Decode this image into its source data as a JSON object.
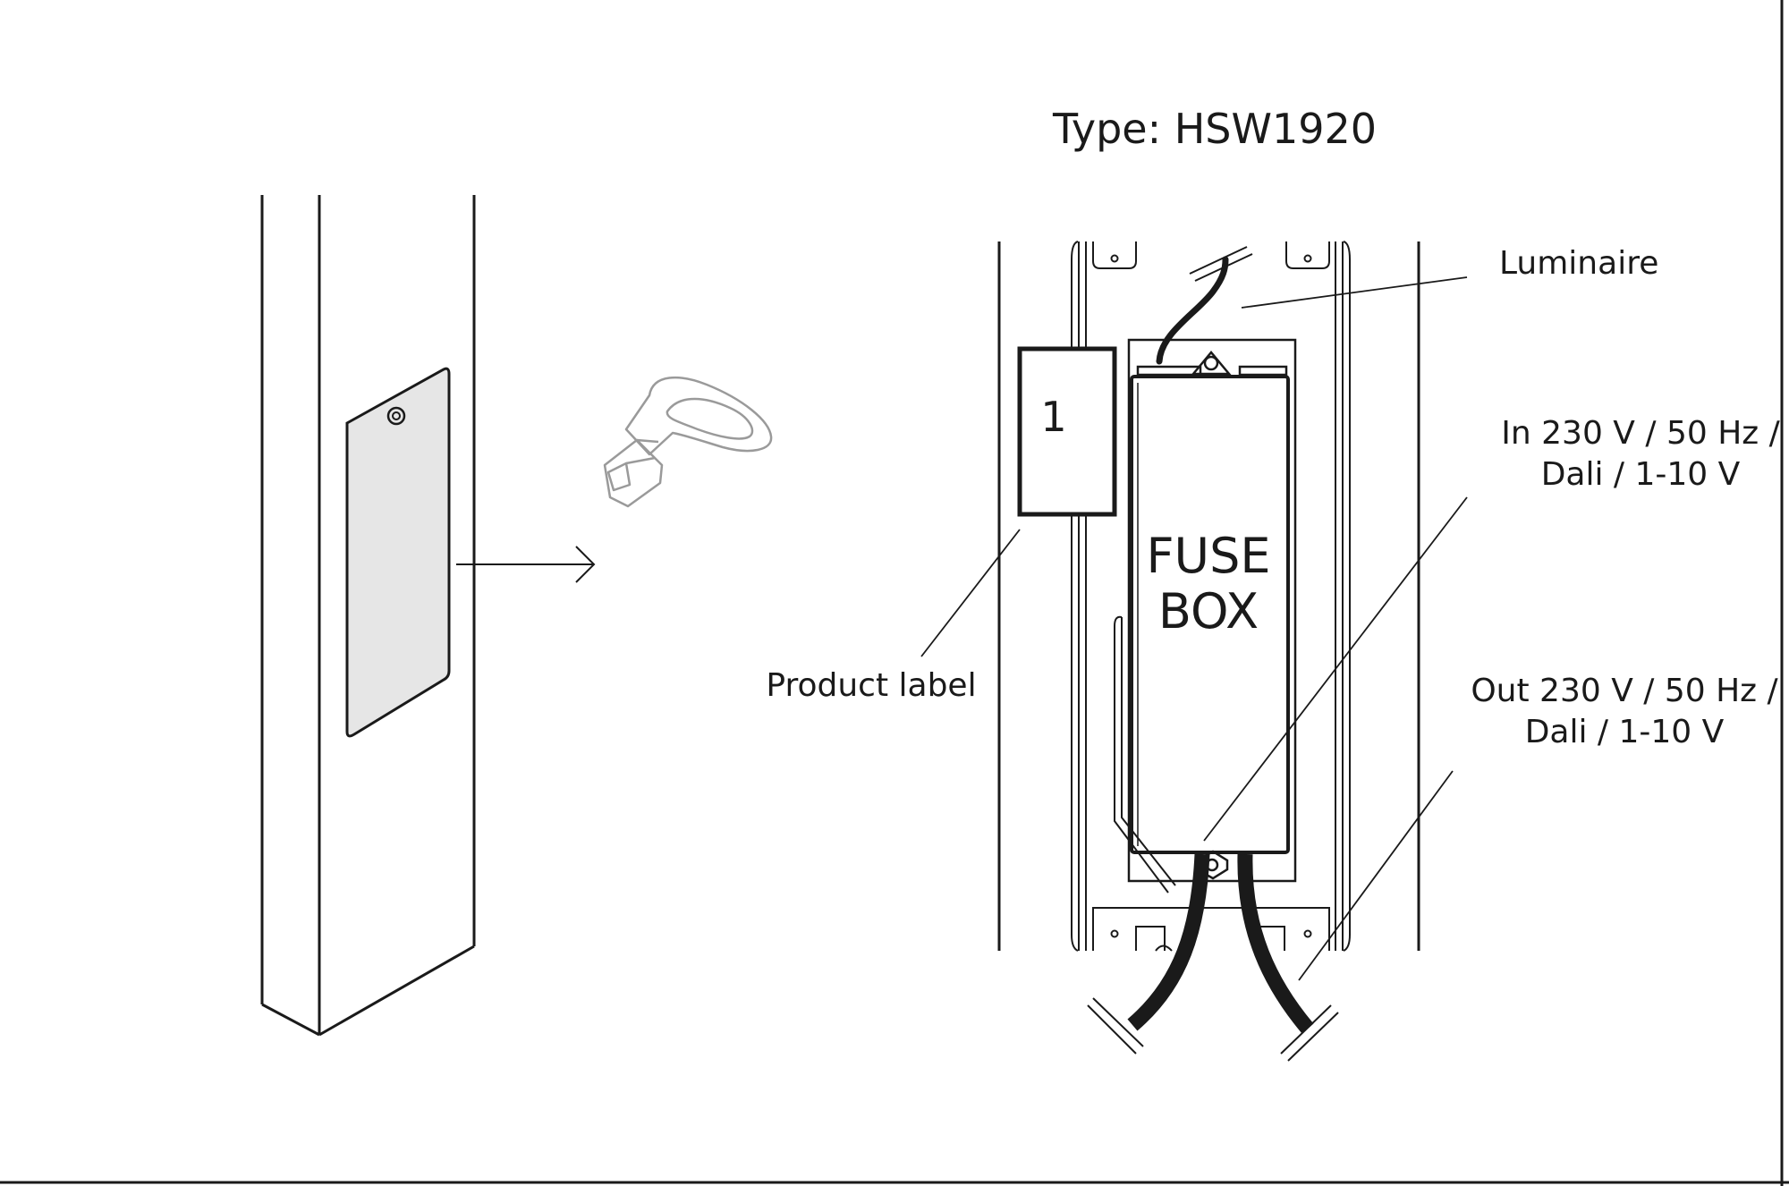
{
  "title": "Type: HSW1920",
  "fuse_box": {
    "line1": "FUSE",
    "line2": "BOX"
  },
  "product_label_number": "1",
  "callouts": {
    "luminaire": "Luminaire",
    "input_line1": "In 230 V / 50 Hz /",
    "input_line2": "Dali / 1-10 V",
    "output_line1": "Out 230 V / 50 Hz /",
    "output_line2": "Dali / 1-10 V",
    "product_label": "Product label"
  },
  "colors": {
    "line": "#1a1a1a",
    "panel_fill": "#e6e6e6",
    "key_stroke": "#9a9a9a",
    "background": "#ffffff"
  }
}
